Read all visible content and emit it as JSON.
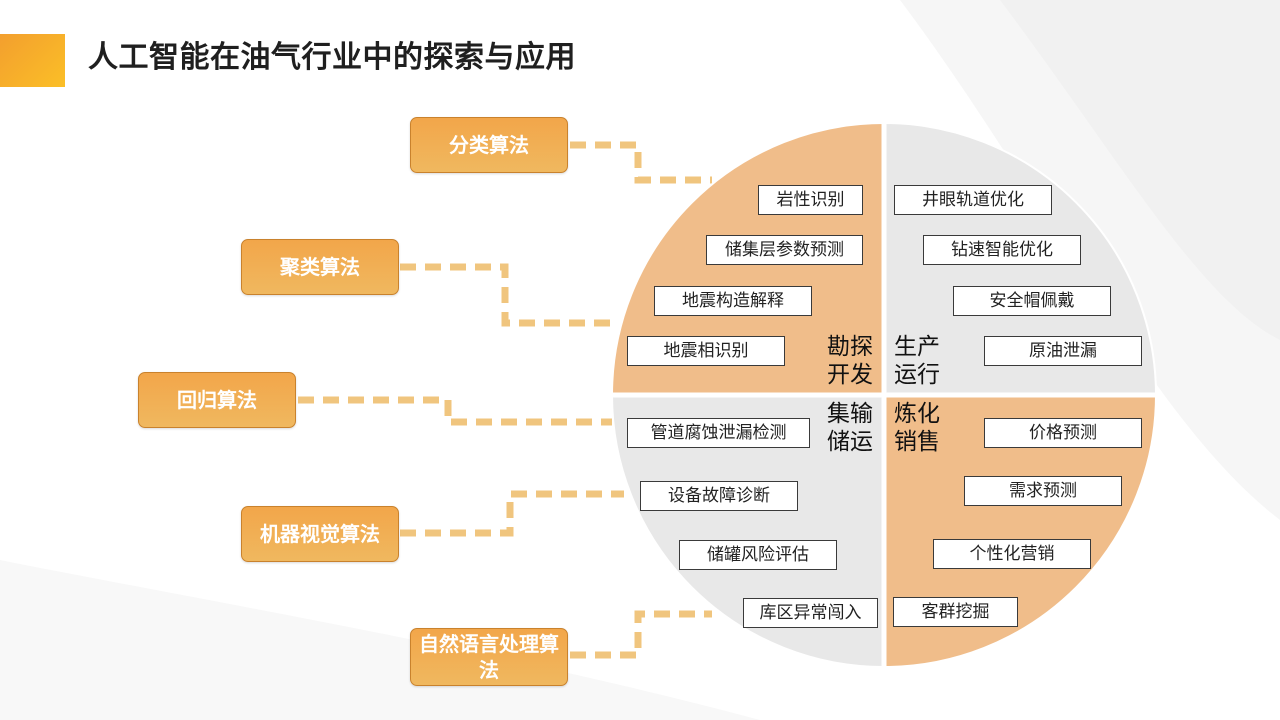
{
  "title": "人工智能在油气行业中的探索与应用",
  "colors": {
    "accent": "#f39f2e",
    "orange_fill": "#f0bd8a",
    "gray_fill": "#e8e8e8"
  },
  "algorithms": [
    {
      "label": "分类算法"
    },
    {
      "label": "聚类算法"
    },
    {
      "label": "回归算法"
    },
    {
      "label": "机器视觉算法"
    },
    {
      "label": "自然语言处理算法"
    }
  ],
  "quadrants": {
    "exploration": {
      "label_line1": "勘探",
      "label_line2": "开发",
      "items": [
        "岩性识别",
        "储集层参数预测",
        "地震构造解释",
        "地震相识别"
      ]
    },
    "production": {
      "label_line1": "生产",
      "label_line2": "运行",
      "items": [
        "井眼轨道优化",
        "钻速智能优化",
        "安全帽佩戴",
        "原油泄漏"
      ]
    },
    "transport": {
      "label_line1": "集输",
      "label_line2": "储运",
      "items": [
        "管道腐蚀泄漏检测",
        "设备故障诊断",
        "储罐风险评估",
        "库区异常闯入"
      ]
    },
    "refining": {
      "label_line1": "炼化",
      "label_line2": "销售",
      "items": [
        "价格预测",
        "需求预测",
        "个性化营销",
        "客群挖掘"
      ]
    }
  }
}
